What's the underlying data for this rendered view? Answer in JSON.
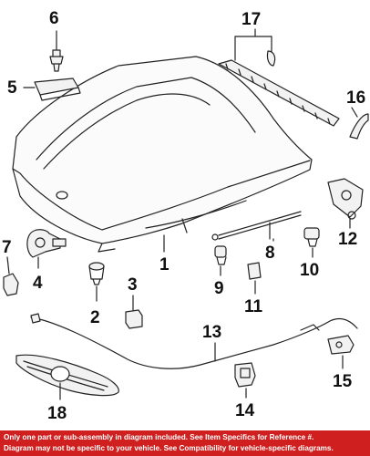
{
  "callouts": {
    "c1": "1",
    "c2": "2",
    "c3": "3",
    "c4": "4",
    "c5": "5",
    "c6": "6",
    "c7": "7",
    "c8": "8",
    "c9": "9",
    "c10": "10",
    "c11": "11",
    "c12": "12",
    "c13": "13",
    "c14": "14",
    "c15": "15",
    "c16": "16",
    "c17": "17",
    "c18": "18"
  },
  "disclaimer": {
    "line1": "Only one part or sub-assembly in diagram included. See Item Specifics for Reference #.",
    "line2": "Diagram may not be specific to your vehicle. See Compatibility for vehicle-specific diagrams."
  },
  "colors": {
    "line": "#222222",
    "footer_bg": "#cf1f1f",
    "footer_text": "#ffffff",
    "part_fill": "#f2f2f2"
  }
}
